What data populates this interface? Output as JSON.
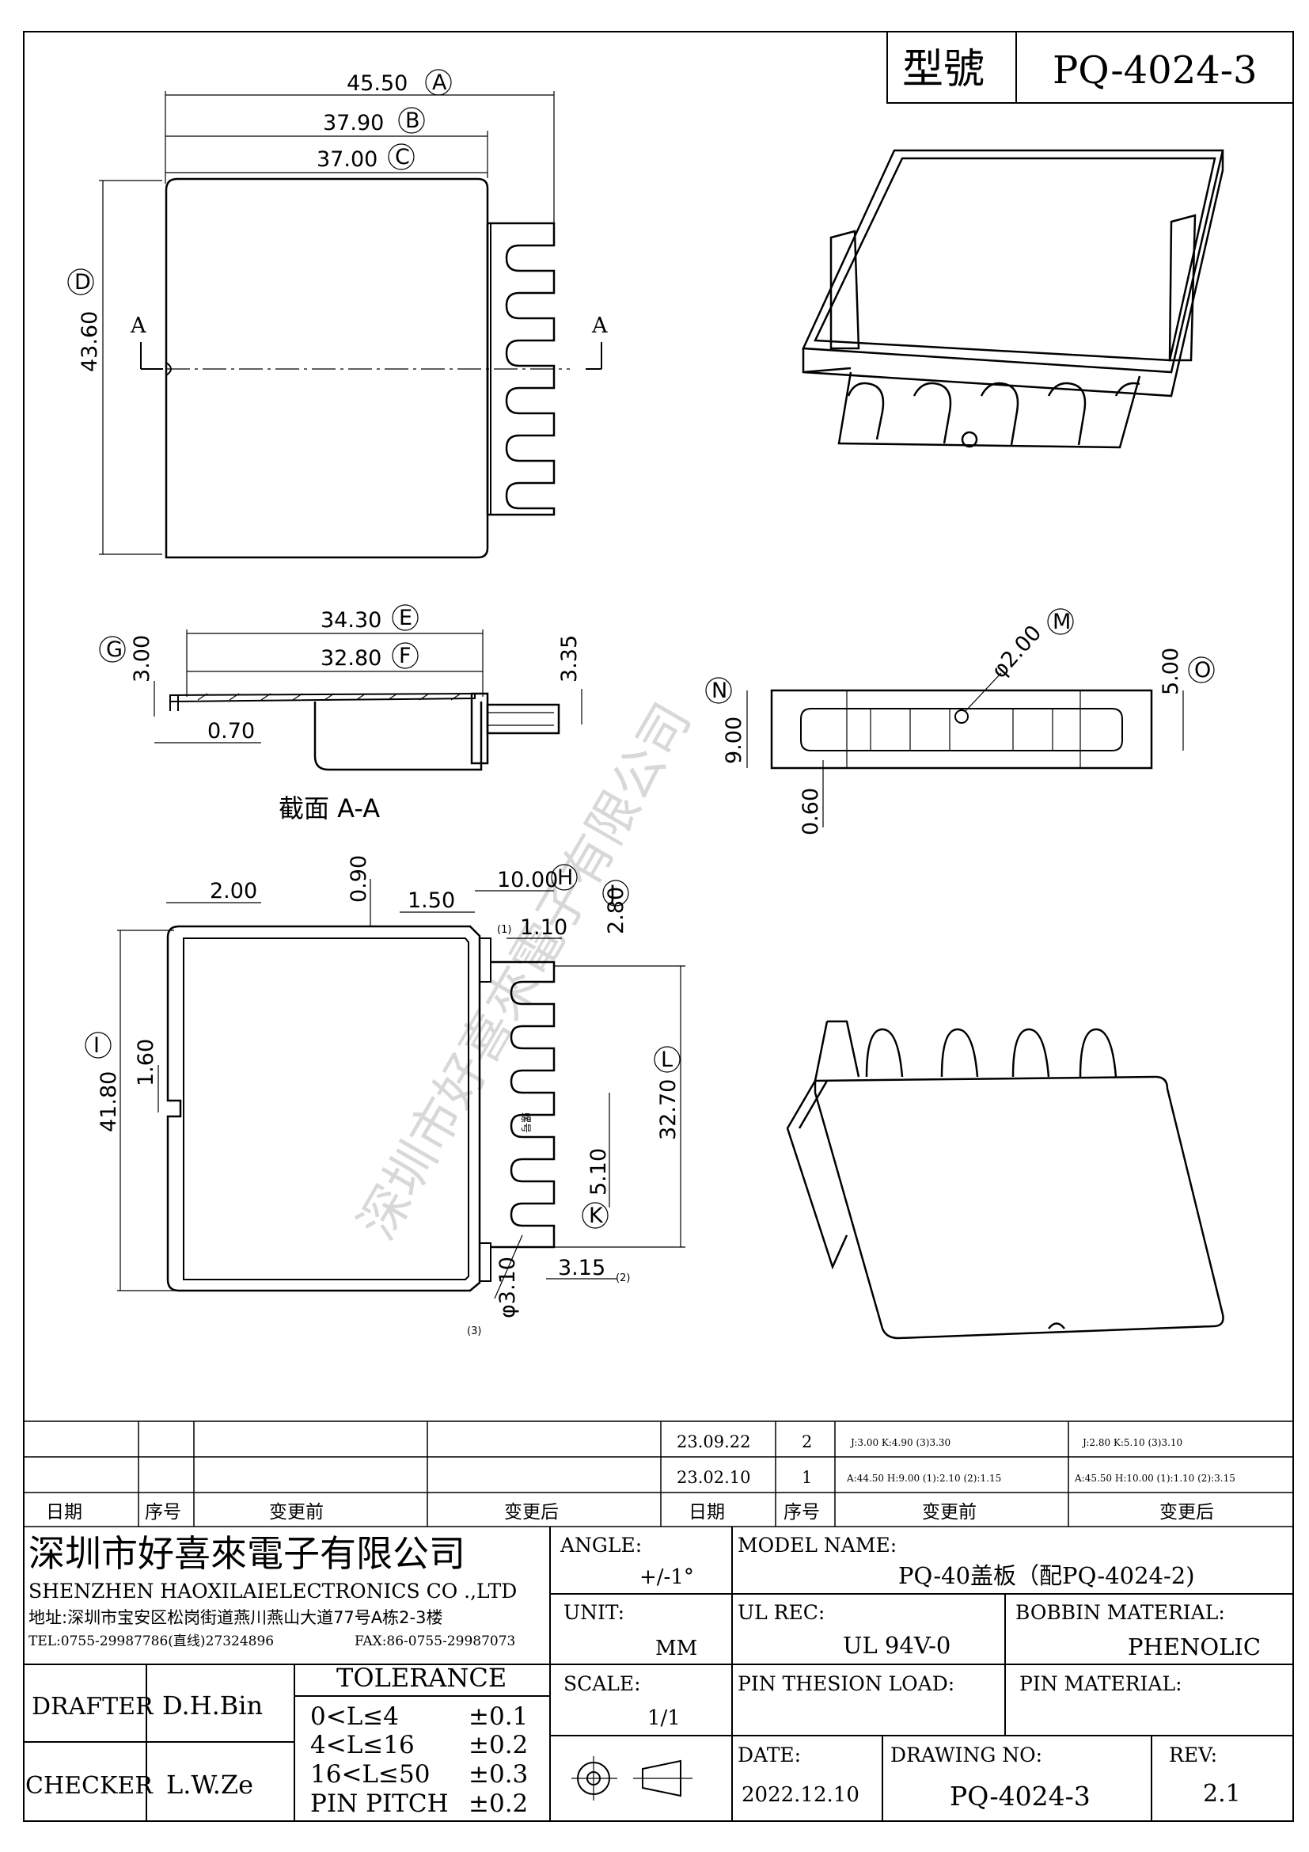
{
  "title_block": {
    "label": "型號",
    "model": "PQ-4024-3"
  },
  "top_view": {
    "A": "45.50",
    "B": "37.90",
    "C": "37.00",
    "D": "43.60",
    "section_mark": "A",
    "circ": [
      "A",
      "B",
      "C",
      "D"
    ]
  },
  "section_view": {
    "E": "34.30",
    "F": "32.80",
    "G": "3.00",
    "right": "3.35",
    "bottom": "0.70",
    "circ": [
      "E",
      "F",
      "G"
    ],
    "caption": "截面 A-A"
  },
  "side_view": {
    "M": "φ2.00",
    "N": "9.00",
    "O": "5.00",
    "bottom": "0.60",
    "circ": [
      "M",
      "N",
      "O"
    ]
  },
  "bottom_view": {
    "d200": "2.00",
    "d090": "0.90",
    "d150": "1.50",
    "H": "10.00",
    "J": "2.80",
    "d110": "1.10",
    "I": "41.80",
    "d160": "1.60",
    "L": "32.70",
    "d510": "5.10",
    "K": "",
    "d315": "3.15",
    "d310": "φ3.10",
    "note1": "(1)",
    "note2": "(2)",
    "note3": "(3)",
    "mark": "螺号",
    "circ": [
      "H",
      "J",
      "I",
      "L",
      "K"
    ]
  },
  "watermark": "深圳市好喜來電子有限公司",
  "revisions": {
    "rows": [
      {
        "date": "23.09.22",
        "no": "2",
        "before": "J:3.00  K:4.90  (3)3.30",
        "after": "J:2.80  K:5.10  (3)3.10"
      },
      {
        "date": "23.02.10",
        "no": "1",
        "before": "A:44.50  H:9.00 (1):2.10 (2):1.15",
        "after": "A:45.50  H:10.00 (1):1.10 (2):3.15"
      }
    ],
    "headers": [
      "日期",
      "序号",
      "变更前",
      "变更后",
      "日期",
      "序号",
      "变更前",
      "变更后"
    ]
  },
  "company": {
    "name_cn": "深圳市好喜來電子有限公司",
    "name_en": "SHENZHEN HAOXILAIELECTRONICS CO .,LTD",
    "address": "地址:深圳市宝安区松岗街道燕川燕山大道77号A栋2-3楼",
    "tel": "TEL:0755-29987786(直线)27324896",
    "fax": "FAX:86-0755-29987073"
  },
  "info": {
    "angle_label": "ANGLE:",
    "angle_value": "+/-1°",
    "model_label": "MODEL NAME:",
    "model_value": "PQ-40盖板（配PQ-4024-2)",
    "unit_label": "UNIT:",
    "unit_value": "MM",
    "ul_label": "UL REC:",
    "ul_value": "UL 94V-0",
    "bobbin_label": "BOBBIN MATERIAL:",
    "bobbin_value": "PHENOLIC",
    "scale_label": "SCALE:",
    "scale_value": "1/1",
    "pin_load_label": "PIN THESION LOAD:",
    "pin_mat_label": "PIN MATERIAL:",
    "date_label": "DATE:",
    "date_value": "2022.12.10",
    "drawing_label": "DRAWING NO:",
    "drawing_value": "PQ-4024-3",
    "rev_label": "REV:",
    "rev_value": "2.1"
  },
  "people": {
    "drafter_label": "DRAFTER",
    "drafter": "D.H.Bin",
    "checker_label": "CHECKER",
    "checker": "L.W.Ze"
  },
  "tolerance": {
    "title": "TOLERANCE",
    "rows": [
      {
        "range": "0<L≤4",
        "tol": "±0.1"
      },
      {
        "range": "4<L≤16",
        "tol": "±0.2"
      },
      {
        "range": "16<L≤50",
        "tol": "±0.3"
      },
      {
        "range": "PIN PITCH",
        "tol": "±0.2"
      }
    ]
  }
}
